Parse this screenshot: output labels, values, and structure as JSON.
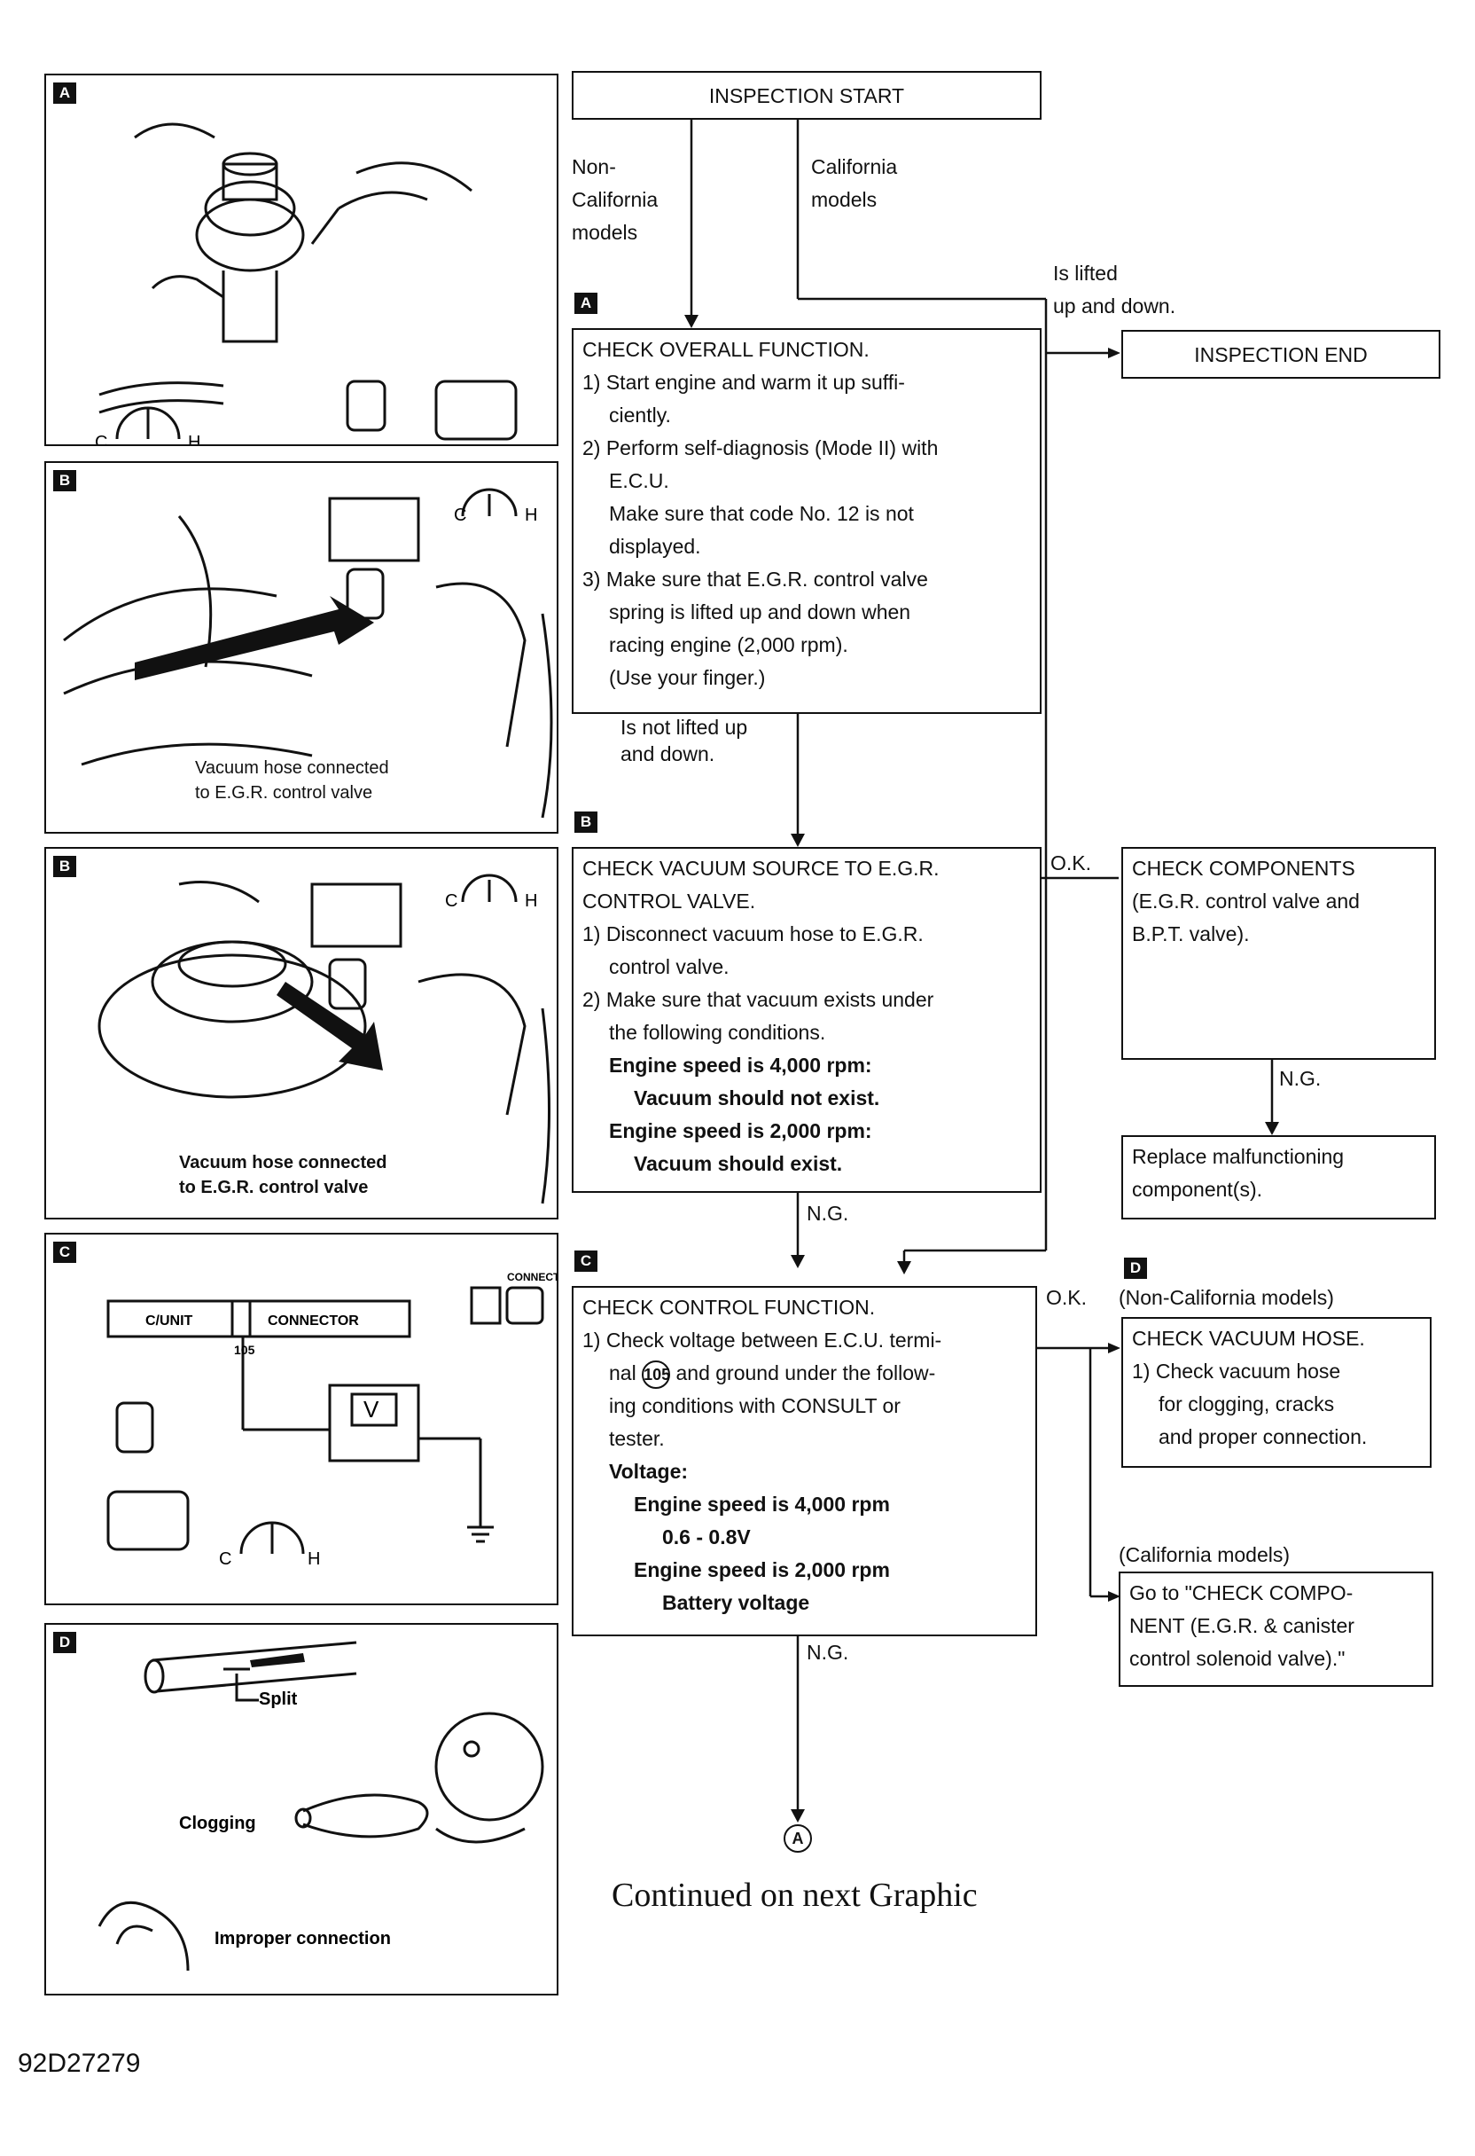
{
  "panels": {
    "a": {
      "tag": "A",
      "gauge_c": "C",
      "gauge_h": "H"
    },
    "b1": {
      "tag": "B",
      "gauge_c": "C",
      "gauge_h": "H",
      "callout_line1": "Vacuum hose connected",
      "callout_line2": "to E.G.R. control valve"
    },
    "b2": {
      "tag": "B",
      "gauge_c": "C",
      "gauge_h": "H",
      "callout_line1": "Vacuum hose connected",
      "callout_line2": "to E.G.R. control valve"
    },
    "c": {
      "tag": "C",
      "unit_label": "C/UNIT",
      "connector_label": "CONNECTOR",
      "pin": "105",
      "meter": "V",
      "connect_label": "CONNECT",
      "gauge_c": "C",
      "gauge_h": "H"
    },
    "d": {
      "tag": "D",
      "split": "Split",
      "clogging": "Clogging",
      "improper": "Improper connection"
    }
  },
  "flow": {
    "start": "INSPECTION START",
    "non_cal_label": [
      "Non-",
      "California",
      "models"
    ],
    "cal_label": [
      "California",
      "models"
    ],
    "lifted": [
      "Is lifted",
      "up and down."
    ],
    "end": "INSPECTION END",
    "step_a": {
      "tag": "A",
      "title": "CHECK OVERALL FUNCTION.",
      "lines": [
        "1) Start engine and warm it up suffi-",
        "ciently.",
        "2) Perform self-diagnosis (Mode II) with",
        "E.C.U.",
        "Make sure that code No. 12 is not",
        "displayed.",
        "3) Make sure that E.G.R. control valve",
        "spring is lifted up and down when",
        "racing engine (2,000 rpm).",
        "(Use your finger.)"
      ]
    },
    "not_lifted": [
      "Is not lifted up",
      "and down."
    ],
    "step_b": {
      "tag": "B",
      "title1": "CHECK VACUUM SOURCE TO E.G.R.",
      "title2": "CONTROL VALVE.",
      "lines": [
        "1) Disconnect vacuum hose to E.G.R.",
        "control valve.",
        "2) Make sure that vacuum exists under",
        "the following conditions."
      ],
      "bold": [
        "Engine speed is 4,000 rpm:",
        "Vacuum should not exist.",
        "Engine speed is 2,000 rpm:",
        "Vacuum should exist."
      ]
    },
    "ok1": "O.K.",
    "components": [
      "CHECK COMPONENTS",
      "(E.G.R. control valve and",
      "B.P.T. valve)."
    ],
    "ng1": "N.G.",
    "replace": [
      "Replace malfunctioning",
      "component(s)."
    ],
    "ng2": "N.G.",
    "step_c": {
      "tag": "C",
      "title": "CHECK CONTROL FUNCTION.",
      "line1": "1) Check voltage between E.C.U. termi-",
      "line2_pre": "nal",
      "terminal": "105",
      "line2_post": "and ground under the follow-",
      "line3": "ing conditions with CONSULT or",
      "line4": "tester.",
      "voltage": "Voltage:",
      "c1": "Engine speed is 4,000 rpm",
      "v1": "0.6 - 0.8V",
      "c2": "Engine speed is 2,000 rpm",
      "v2": "Battery voltage"
    },
    "ok2": "O.K.",
    "d_tag": "D",
    "non_cal2": "(Non-California models)",
    "vacuum_hose": [
      "CHECK VACUUM HOSE.",
      "1) Check vacuum hose",
      "for clogging, cracks",
      "and proper connection."
    ],
    "cal2": "(California models)",
    "goto": [
      "Go to \"CHECK COMPO-",
      "NENT (E.G.R. & canister",
      "control solenoid valve).\""
    ],
    "ng3": "N.G.",
    "connector": "A",
    "continued": "Continued on next Graphic"
  },
  "code": "92D27279"
}
